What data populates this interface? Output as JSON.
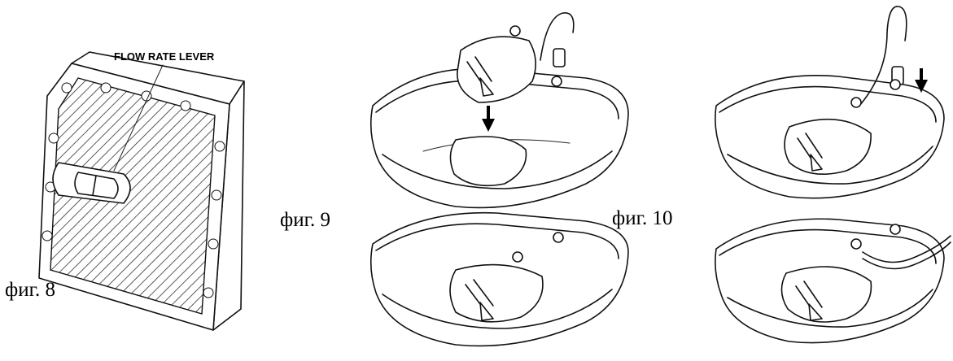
{
  "figure8": {
    "label": "фиг. 8",
    "callout": "FLOW RATE LEVER"
  },
  "figure9": {
    "label": "фиг. 9"
  },
  "figure10": {
    "label": "фиг. 10"
  }
}
